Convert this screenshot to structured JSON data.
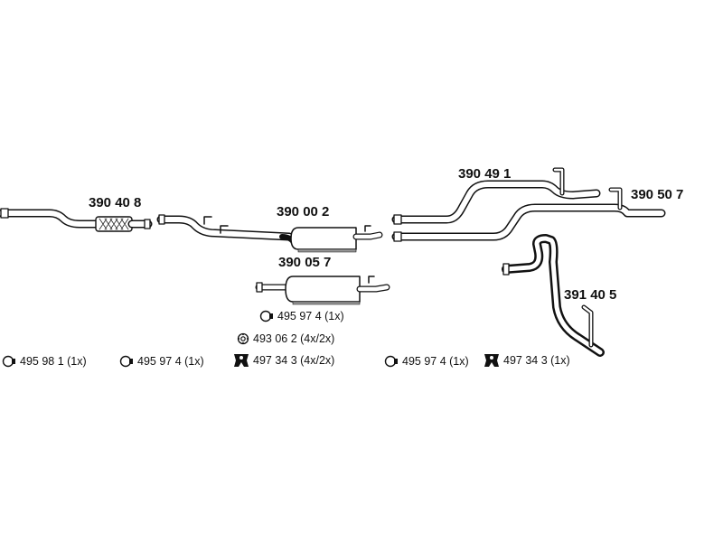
{
  "parts": {
    "front_pipe": "390 40 8",
    "middle_muffler": "390 00 2",
    "middle_muffler_alt": "390 05 7",
    "rear_pipe_upper": "390 49 1",
    "rear_pipe_lower": "390 50 7",
    "tail_pipe": "391 40 5"
  },
  "hardware": {
    "clamp_front": "495 98 1  (1x)",
    "clamp_left": "495 97 4  (1x)",
    "clamp_center": "495 97 4 (1x)",
    "gasket_center": "493 06 2 (4x/2x)",
    "hanger_center": "497 34 3 (4x/2x)",
    "clamp_right": "495 97 4 (1x)",
    "hanger_right": "497 34 3 (1x)"
  },
  "icons": {
    "clamp": "clamp-icon",
    "gasket": "gasket-icon",
    "hanger": "rubber-hanger-icon"
  }
}
